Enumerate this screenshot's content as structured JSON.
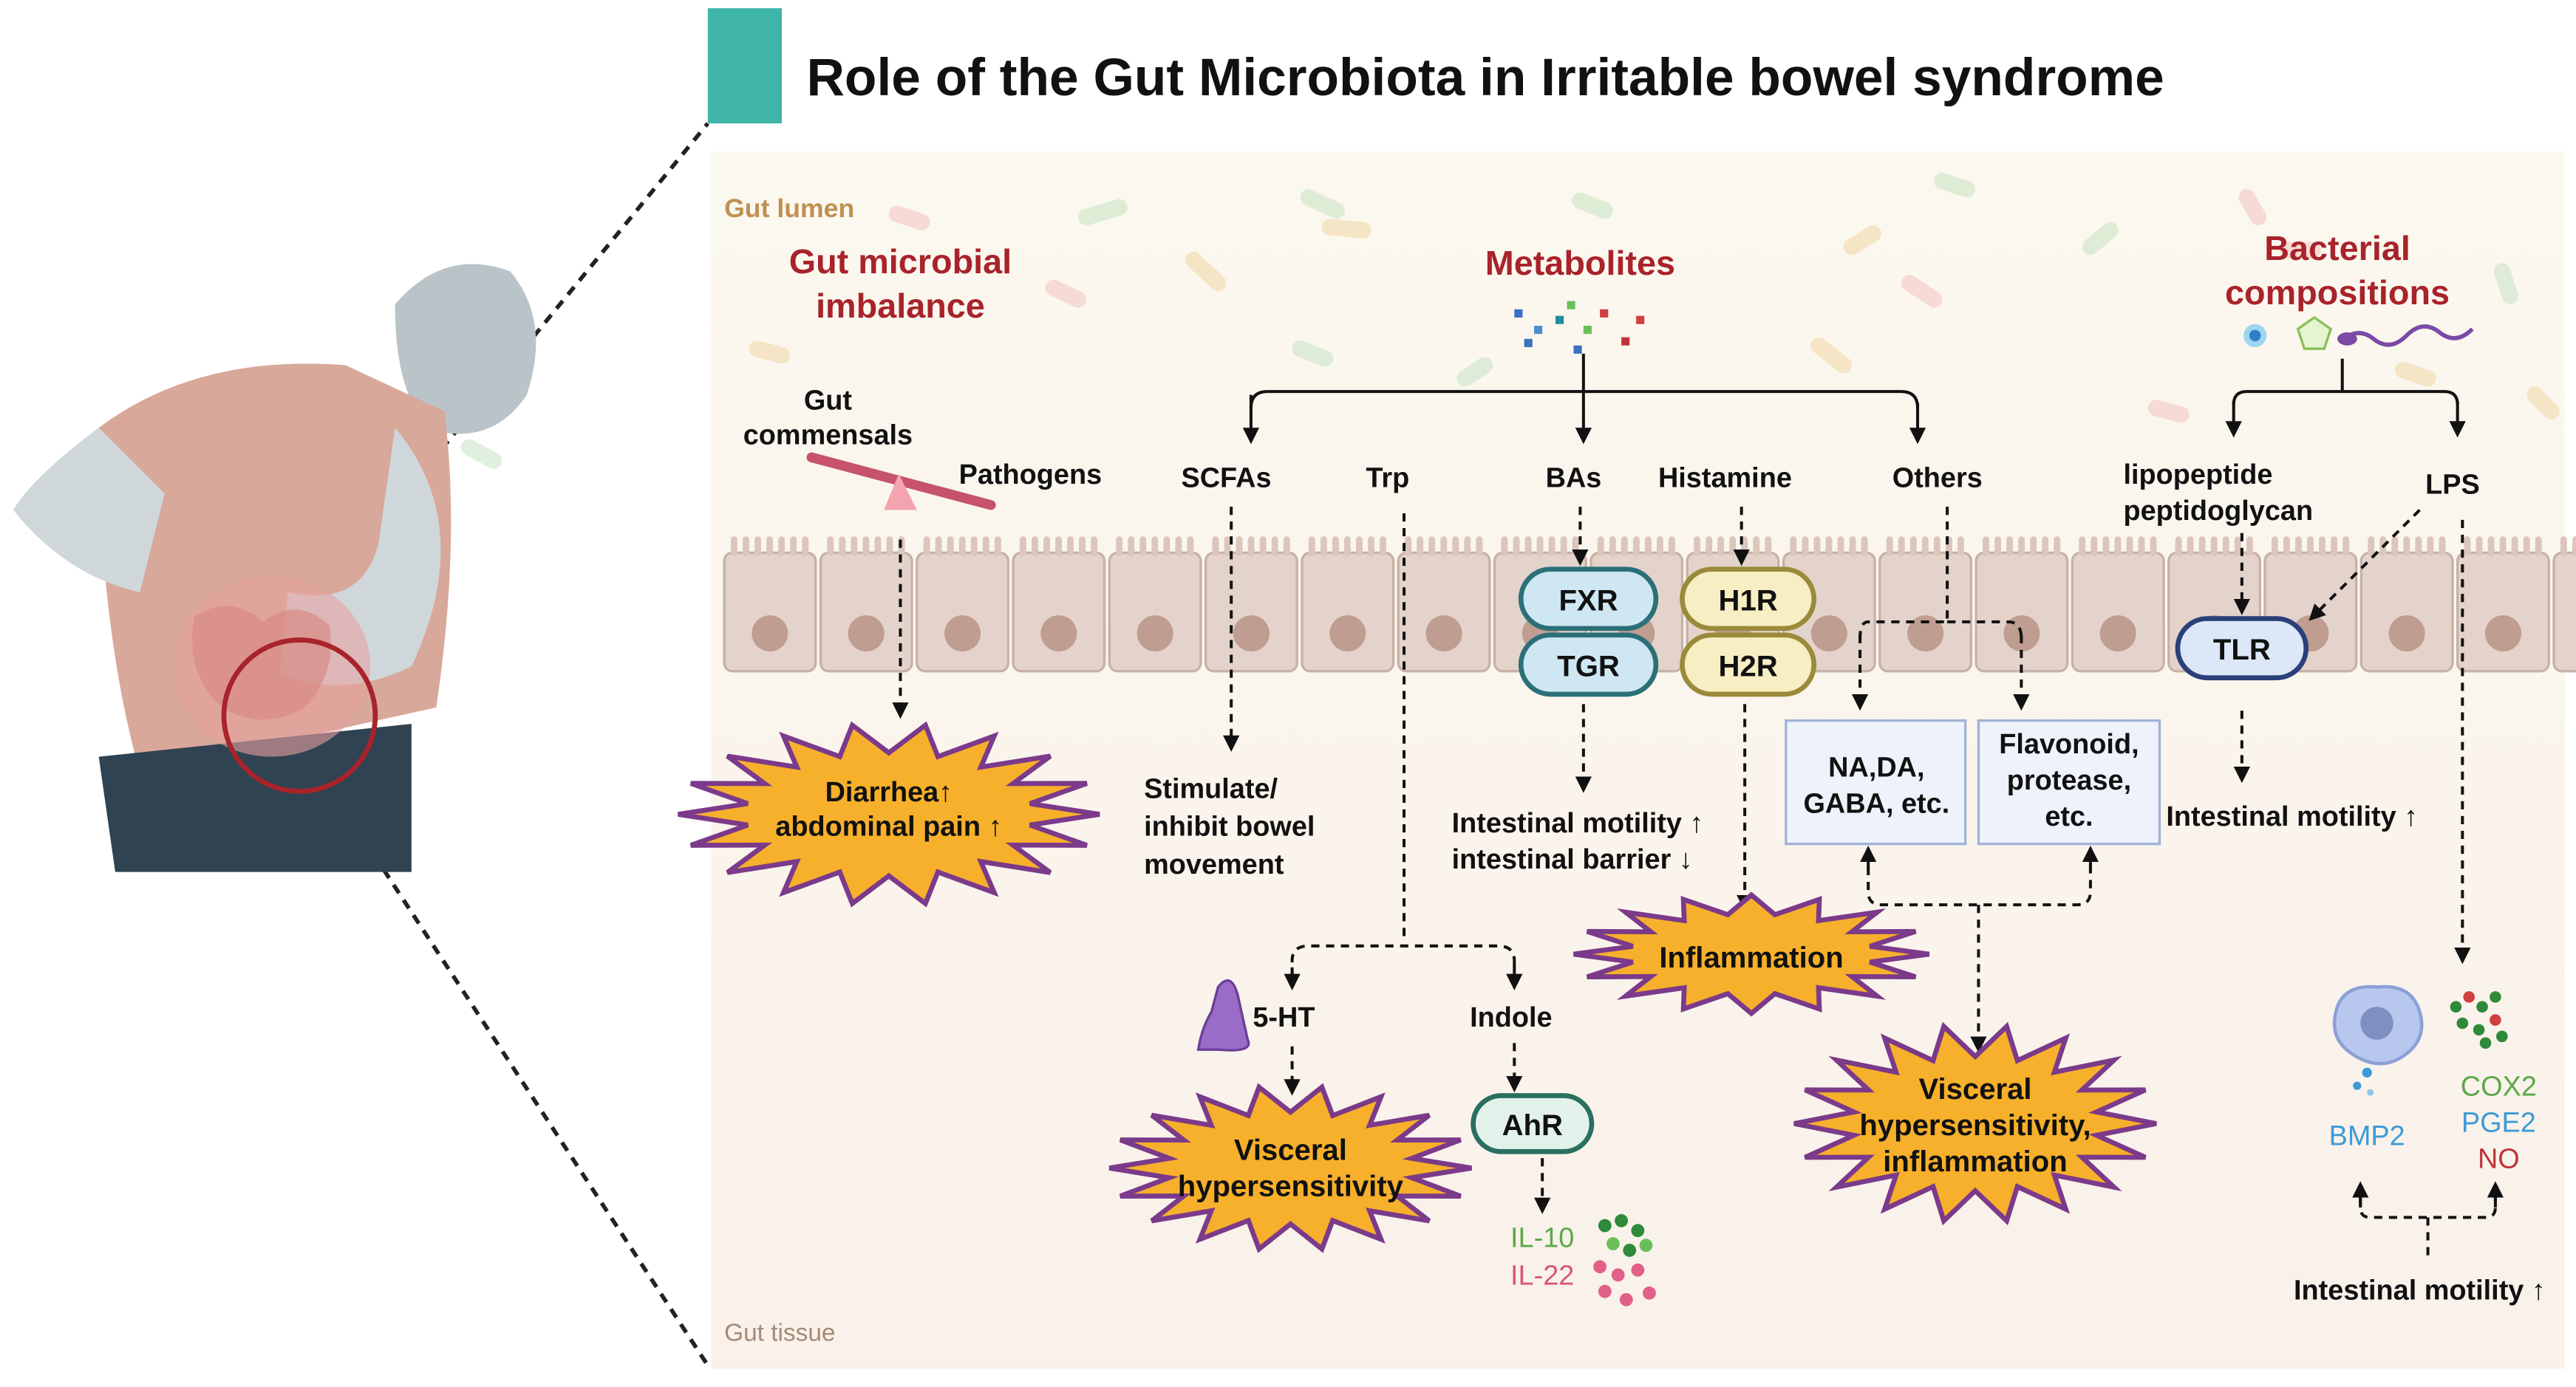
{
  "title": "Role of the Gut Microbiota in Irritable bowel syndrome",
  "colors": {
    "title_block": "#3fb5a8",
    "heading_red": "#a8232b",
    "lumen_label": "#c09050",
    "receptor_blue_fill": "#cfe7f2",
    "receptor_blue_stroke": "#2b6f78",
    "receptor_yellow_fill": "#f7eec3",
    "receptor_yellow_stroke": "#9a8a3a",
    "burst_fill": "#f7b02b",
    "burst_stroke": "#7b3a8a",
    "il10": "#5da84a",
    "il22": "#d9557a",
    "bmp2": "#3d9ad6",
    "cox2": "#5da84a",
    "pge2": "#3d9ad6",
    "no": "#c0333a"
  },
  "regions": {
    "lumen": "Gut lumen",
    "tissue": "Gut tissue"
  },
  "imbalance": {
    "heading_line1": "Gut microbial",
    "heading_line2": "imbalance",
    "commensals_line1": "Gut",
    "commensals_line2": "commensals",
    "pathogens": "Pathogens",
    "effect_line1": "Diarrhea↑",
    "effect_line2": "abdominal pain ↑"
  },
  "metabolites": {
    "heading": "Metabolites",
    "scfas": "SCFAs",
    "trp": "Trp",
    "bas": "BAs",
    "histamine": "Histamine",
    "others": "Others",
    "fxr": "FXR",
    "tgr": "TGR",
    "h1r": "H1R",
    "h2r": "H2R",
    "scfa_effect_line1": "Stimulate/",
    "scfa_effect_line2": "inhibit bowel",
    "scfa_effect_line3": "movement",
    "ba_effect_line1": "Intestinal motility ↑",
    "ba_effect_line2": "intestinal barrier ↓",
    "inflammation": "Inflammation",
    "five_ht": "5-HT",
    "indole": "Indole",
    "ahr": "AhR",
    "visceral_line1": "Visceral",
    "visceral_line2": "hypersensitivity",
    "il10": "IL-10",
    "il22": "IL-22",
    "nada_line1": "NA,DA,",
    "nada_line2": "GABA, etc.",
    "flav_line1": "Flavonoid,",
    "flav_line2": "protease,",
    "flav_line3": "etc.",
    "vis_inf_line1": "Visceral",
    "vis_inf_line2": "hypersensitivity,",
    "vis_inf_line3": "inflammation"
  },
  "bacterial": {
    "heading_line1": "Bacterial",
    "heading_line2": "compositions",
    "lipo_line1": "lipopeptide",
    "lipo_line2": "peptidoglycan",
    "lps": "LPS",
    "tlr": "TLR",
    "tlr_effect": "Intestinal motility ↑",
    "bmp2": "BMP2",
    "cox2": "COX2",
    "pge2": "PGE2",
    "no": "NO",
    "final_effect": "Intestinal motility ↑"
  }
}
